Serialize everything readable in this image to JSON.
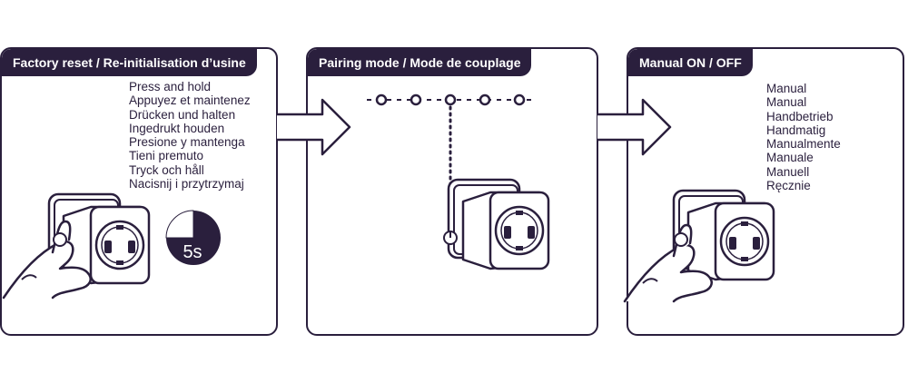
{
  "panels": [
    {
      "title": "Factory reset / Re-initialisation d’usine",
      "lines": [
        "Press and hold",
        "Appuyez et maintenez",
        "Drücken und halten",
        "Ingedrukt houden",
        "Presione y mantenga",
        "Tieni premuto",
        "Tryck och håll",
        "Nacisnij i przytrzymaj"
      ],
      "timer_label": "5s"
    },
    {
      "title": "Pairing mode / Mode de couplage"
    },
    {
      "title": "Manual ON / OFF",
      "lines": [
        "Manual",
        "Manual",
        "Handbetrieb",
        "Handmatig",
        "Manualmente",
        "Manuale",
        "Manuell",
        "Ręcznie"
      ]
    }
  ],
  "colors": {
    "ink": "#2a1f3d",
    "background": "#ffffff"
  }
}
